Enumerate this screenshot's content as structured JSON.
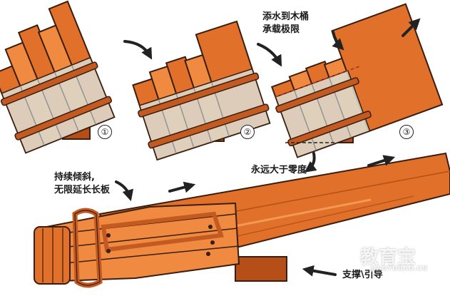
{
  "labels": {
    "add_water": "添水到木桶",
    "capacity_limit": "承载极限",
    "always_above_zero": "永远大于零度",
    "keep_tilting_1": "持续倾斜,",
    "keep_tilting_2": "无限延长长板",
    "support_guide": "支撑\\引导"
  },
  "steps": [
    "①",
    "②",
    "③"
  ],
  "watermark": {
    "brand": "教育宝",
    "url": "JIAOYUBAO.CN"
  },
  "colors": {
    "wood": "#e0702a",
    "wood_dark": "#b64f17",
    "wood_light": "#f29a55",
    "stave_short": "#dcdcd2",
    "band": "#c25a22",
    "outline": "#3a1d0d",
    "water_line": "#b03020"
  }
}
